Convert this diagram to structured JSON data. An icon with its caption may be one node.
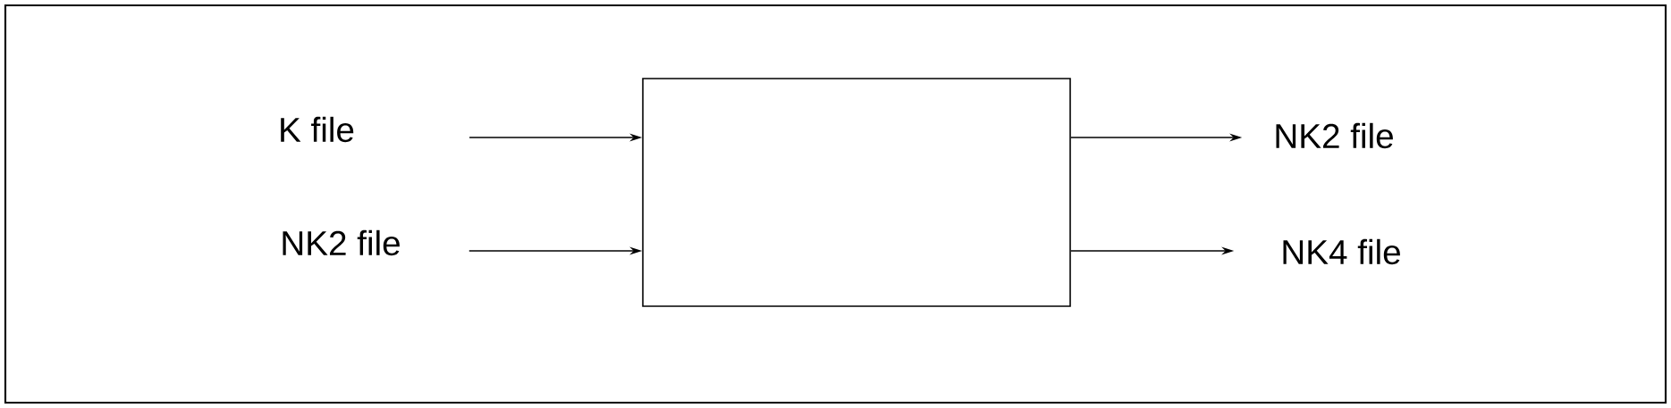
{
  "diagram": {
    "nodes": [
      {
        "text": [
          "K file"
        ]
      },
      {
        "text": [
          "NK2 file"
        ]
      },
      {
        "text": [],
        "shape": "box"
      },
      {
        "text": [
          "NK2 file"
        ]
      },
      {
        "text": [
          "NK4 file"
        ]
      }
    ],
    "edges": [
      {
        "from": 0,
        "to": 2,
        "arrow": "to"
      },
      {
        "from": 1,
        "to": 2,
        "arrow": "to"
      },
      {
        "from": 2,
        "to": 3,
        "arrow": "to"
      },
      {
        "from": 2,
        "to": 4,
        "arrow": "to"
      }
    ]
  }
}
